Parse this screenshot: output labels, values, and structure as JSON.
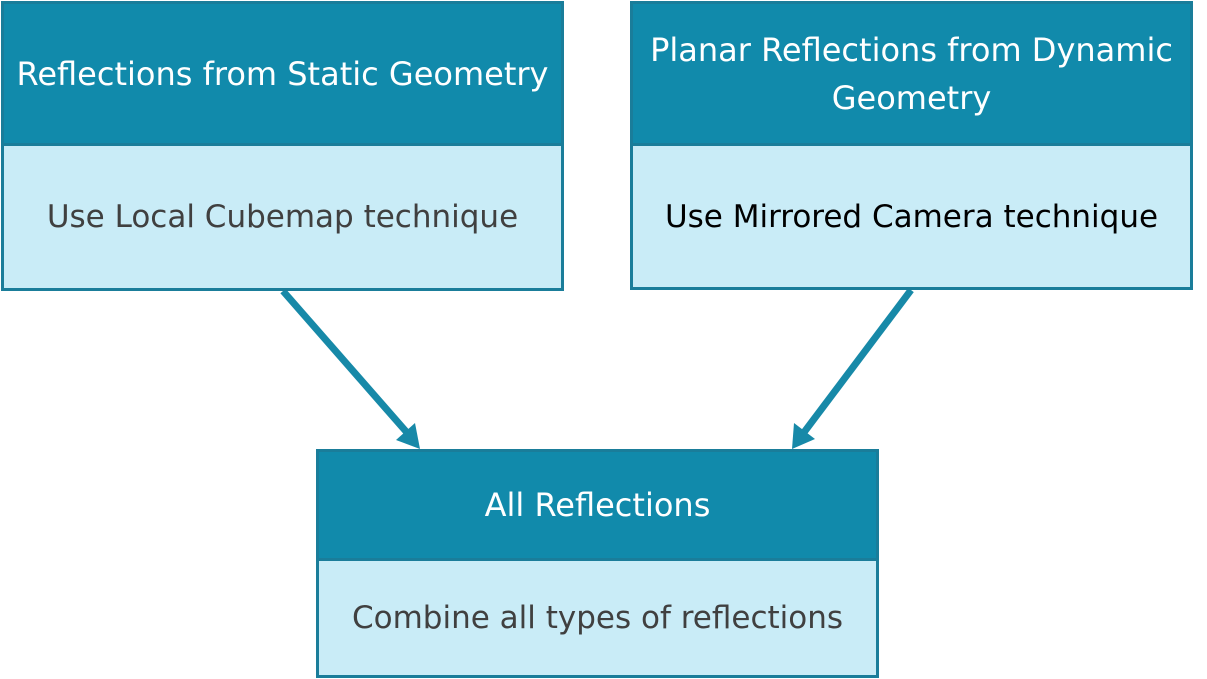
{
  "colors": {
    "header_fill": "#118aab",
    "body_fill": "#c9ecf7",
    "border": "#1a7d9a",
    "header_text": "#ffffff",
    "body_text_gray": "#404040",
    "body_text_black": "#000000",
    "arrow": "#1789a8"
  },
  "nodes": {
    "static": {
      "title": "Reflections from Static Geometry",
      "description": "Use Local Cubemap technique"
    },
    "dynamic": {
      "title": "Planar Reflections from Dynamic Geometry",
      "description": "Use Mirrored Camera technique"
    },
    "all": {
      "title": "All Reflections",
      "description": "Combine all types of reflections"
    }
  },
  "edges": [
    {
      "from": "static",
      "to": "all"
    },
    {
      "from": "dynamic",
      "to": "all"
    }
  ]
}
